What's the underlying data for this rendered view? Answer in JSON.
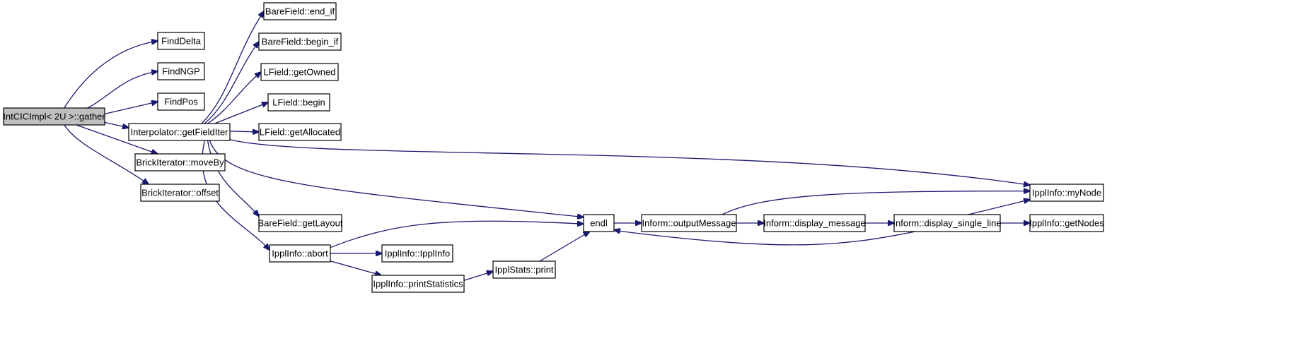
{
  "diagram": {
    "type": "call-graph",
    "colors": {
      "edge": "#191970",
      "root_fill": "#bfbfbf",
      "node_fill": "#ffffff",
      "node_border": "#000000"
    },
    "nodes": [
      {
        "id": "gather",
        "label": "IntCICImpl< 2U >::gather",
        "root": true
      },
      {
        "id": "findDelta",
        "label": "FindDelta"
      },
      {
        "id": "findNGP",
        "label": "FindNGP"
      },
      {
        "id": "findPos",
        "label": "FindPos"
      },
      {
        "id": "getFieldIter",
        "label": "Interpolator::getFieldIter"
      },
      {
        "id": "moveBy",
        "label": "BrickIterator::moveBy"
      },
      {
        "id": "offset",
        "label": "BrickIterator::offset"
      },
      {
        "id": "end_if",
        "label": "BareField::end_if"
      },
      {
        "id": "begin_if",
        "label": "BareField::begin_if"
      },
      {
        "id": "getOwned",
        "label": "LField::getOwned"
      },
      {
        "id": "lbegin",
        "label": "LField::begin"
      },
      {
        "id": "getAllocated",
        "label": "LField::getAllocated"
      },
      {
        "id": "getLayout",
        "label": "BareField::getLayout"
      },
      {
        "id": "abort",
        "label": "IpplInfo::abort"
      },
      {
        "id": "endl",
        "label": "endl"
      },
      {
        "id": "ipplInfoCtor",
        "label": "IpplInfo::IpplInfo"
      },
      {
        "id": "printStatistics",
        "label": "IpplInfo::printStatistics"
      },
      {
        "id": "statsPrint",
        "label": "IpplStats::print"
      },
      {
        "id": "outputMessage",
        "label": "Inform::outputMessage"
      },
      {
        "id": "display_message",
        "label": "Inform::display_message"
      },
      {
        "id": "display_single_line",
        "label": "Inform::display_single_line"
      },
      {
        "id": "myNode",
        "label": "IpplInfo::myNode"
      },
      {
        "id": "getNodes",
        "label": "IpplInfo::getNodes"
      }
    ],
    "edges": [
      [
        "gather",
        "findDelta"
      ],
      [
        "gather",
        "findNGP"
      ],
      [
        "gather",
        "findPos"
      ],
      [
        "gather",
        "getFieldIter"
      ],
      [
        "gather",
        "moveBy"
      ],
      [
        "gather",
        "offset"
      ],
      [
        "getFieldIter",
        "end_if"
      ],
      [
        "getFieldIter",
        "begin_if"
      ],
      [
        "getFieldIter",
        "getOwned"
      ],
      [
        "getFieldIter",
        "lbegin"
      ],
      [
        "getFieldIter",
        "getAllocated"
      ],
      [
        "getFieldIter",
        "myNode"
      ],
      [
        "getFieldIter",
        "endl"
      ],
      [
        "getFieldIter",
        "getLayout"
      ],
      [
        "getFieldIter",
        "abort"
      ],
      [
        "abort",
        "endl"
      ],
      [
        "abort",
        "ipplInfoCtor"
      ],
      [
        "abort",
        "printStatistics"
      ],
      [
        "printStatistics",
        "statsPrint"
      ],
      [
        "statsPrint",
        "endl"
      ],
      [
        "endl",
        "outputMessage"
      ],
      [
        "outputMessage",
        "myNode"
      ],
      [
        "outputMessage",
        "display_message"
      ],
      [
        "display_message",
        "display_single_line"
      ],
      [
        "display_single_line",
        "endl"
      ],
      [
        "display_single_line",
        "myNode"
      ],
      [
        "display_single_line",
        "getNodes"
      ]
    ]
  }
}
